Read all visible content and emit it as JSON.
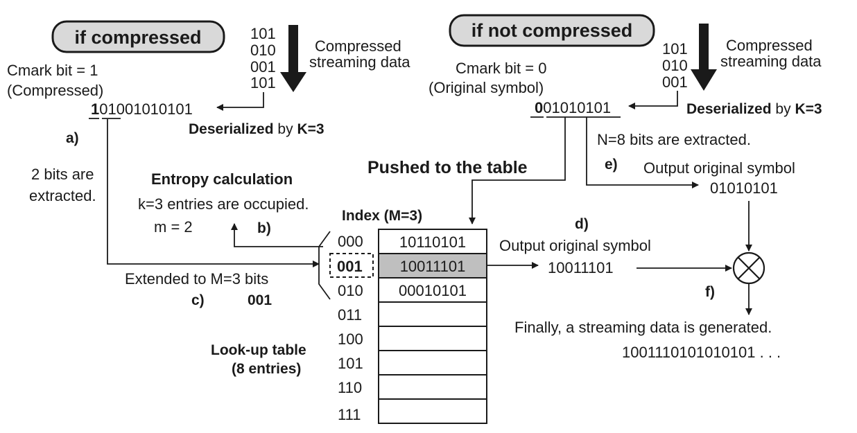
{
  "left": {
    "mode_label": "if compressed",
    "stream_words": [
      "101",
      "010",
      "001",
      "101"
    ],
    "stream_label": [
      "Compressed",
      "streaming data"
    ],
    "cmark_label": [
      "Cmark bit = 1",
      "(Compressed)"
    ],
    "bit_string": {
      "cmark": "1",
      "extracted": "01",
      "rest": "001010101"
    },
    "deserialized": {
      "bold": "Deserialized",
      "mid": " by ",
      "k": "K=3"
    },
    "step_a": "a)",
    "extracted_note": [
      "2 bits are",
      "extracted."
    ],
    "entropy_title": "Entropy calculation",
    "entropy_note": "k=3 entries are occupied.",
    "m_value": "m = 2",
    "step_b": "b)",
    "extended_note": "Extended to M=3 bits",
    "step_c": "c)",
    "extended_value": "001"
  },
  "right": {
    "mode_label": "if not compressed",
    "stream_words": [
      "101",
      "010",
      "001"
    ],
    "stream_label": [
      "Compressed",
      "streaming data"
    ],
    "cmark_label": [
      "Cmark bit = 0",
      "(Original symbol)"
    ],
    "bit_string": {
      "cmark": "0",
      "rest": "01010101"
    },
    "deserialized": {
      "bold": "Deserialized",
      "mid": " by ",
      "k": "K=3"
    },
    "extracted_note": "N=8 bits are extracted.",
    "pushed_label": "Pushed to the table",
    "step_e": "e)",
    "output_label": "Output original symbol",
    "output_value": "01010101"
  },
  "table": {
    "index_header": "Index (M=3)",
    "indices": [
      "000",
      "001",
      "010",
      "011",
      "100",
      "101",
      "110",
      "111"
    ],
    "entries": [
      "10110101",
      "10011101",
      "00010101",
      "",
      "",
      "",
      "",
      ""
    ],
    "highlight_index": "001",
    "title": [
      "Look-up table",
      "(8 entries)"
    ]
  },
  "output_d": {
    "step": "d)",
    "label": "Output original symbol",
    "value": "10011101"
  },
  "final": {
    "step": "f)",
    "label": "Finally, a streaming data is generated.",
    "value": "1001110101010101 . . ."
  },
  "colors": {
    "pill_fill": "#d9d9d9",
    "highlight_cell": "#bfbfbf",
    "ink": "#1a1a1a"
  }
}
